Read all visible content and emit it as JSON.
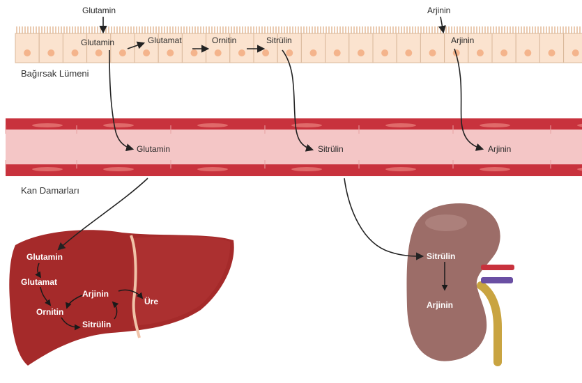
{
  "intestine": {
    "section_label": "Bağırsak Lümeni",
    "inputs": {
      "glutamine": "Glutamin",
      "arginine": "Arjinin"
    },
    "cell_labels": {
      "glutamine": "Glutamin",
      "glutamate": "Glutamat",
      "ornithine": "Ornitin",
      "citrulline": "Sitrülin",
      "arginine": "Arjinin"
    }
  },
  "blood": {
    "section_label": "Kan Damarları",
    "labels": {
      "glutamine": "Glutamin",
      "citrulline": "Sitrülin",
      "arginine": "Arjinin"
    }
  },
  "liver": {
    "labels": {
      "glutamine": "Glutamin",
      "glutamate": "Glutamat",
      "ornithine": "Ornitin",
      "citrulline": "Sitrülin",
      "arginine": "Arjinin",
      "urea": "Üre"
    }
  },
  "kidney": {
    "labels": {
      "citrulline": "Sitrülin",
      "arginine": "Arjinin"
    }
  },
  "colors": {
    "cell_fill": "#fbe3cf",
    "cell_nucleus": "#f4b48c",
    "vessel_wall": "#c8323d",
    "vessel_lumen": "#f4c6c6",
    "liver": "#a52a2a",
    "kidney": "#9c6d68",
    "ureter": "#c9a441"
  }
}
